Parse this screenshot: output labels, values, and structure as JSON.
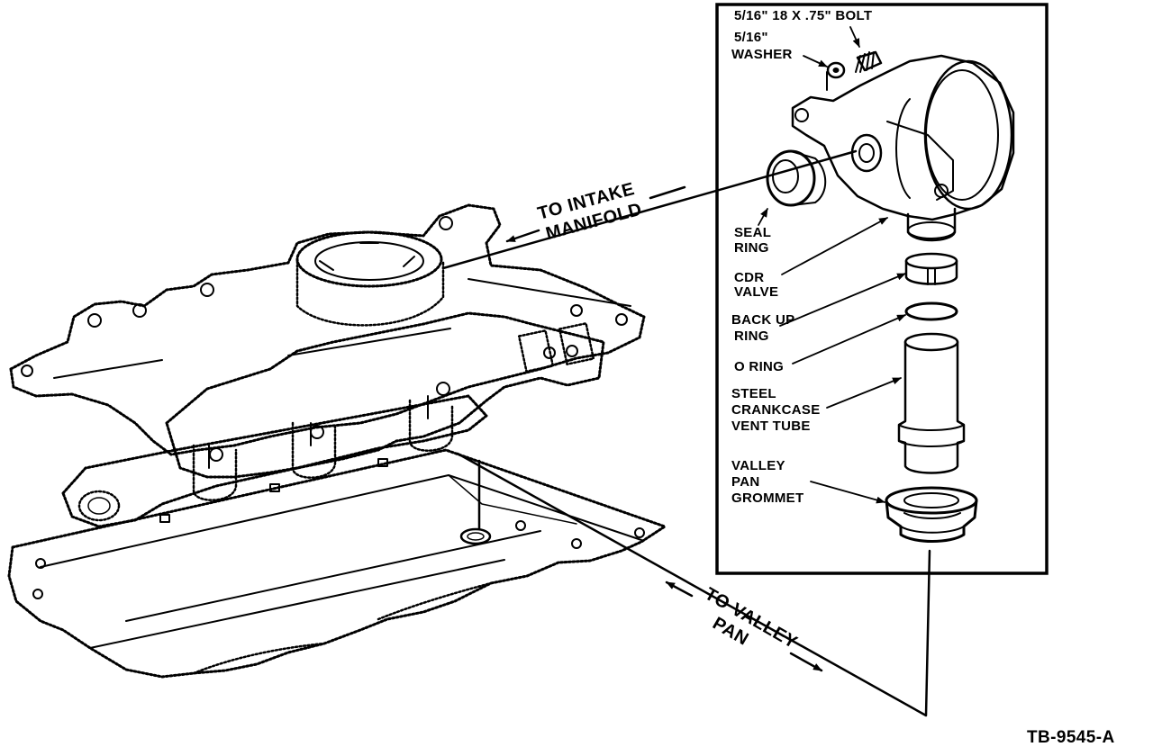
{
  "diagram": {
    "callouts": {
      "bolt": "5/16\"  18 X .75\"  BOLT",
      "washer_line1": "5/16\"",
      "washer_line2": "WASHER",
      "seal_ring_line1": "SEAL",
      "seal_ring_line2": "RING",
      "cdr_valve_line1": "CDR",
      "cdr_valve_line2": "VALVE",
      "back_up_ring_line1": "BACK UP",
      "back_up_ring_line2": "RING",
      "o_ring": "O RING",
      "vent_tube_line1": "STEEL",
      "vent_tube_line2": "CRANKCASE",
      "vent_tube_line3": "VENT TUBE",
      "grommet_line1": "VALLEY",
      "grommet_line2": "PAN",
      "grommet_line3": "GROMMET"
    },
    "directions": {
      "to_intake_line1": "TO INTAKE",
      "to_intake_line2": "MANIFOLD",
      "to_valley_line1": "TO VALLEY",
      "to_valley_line2": "PAN"
    },
    "figure_id": "TB-9545-A"
  }
}
